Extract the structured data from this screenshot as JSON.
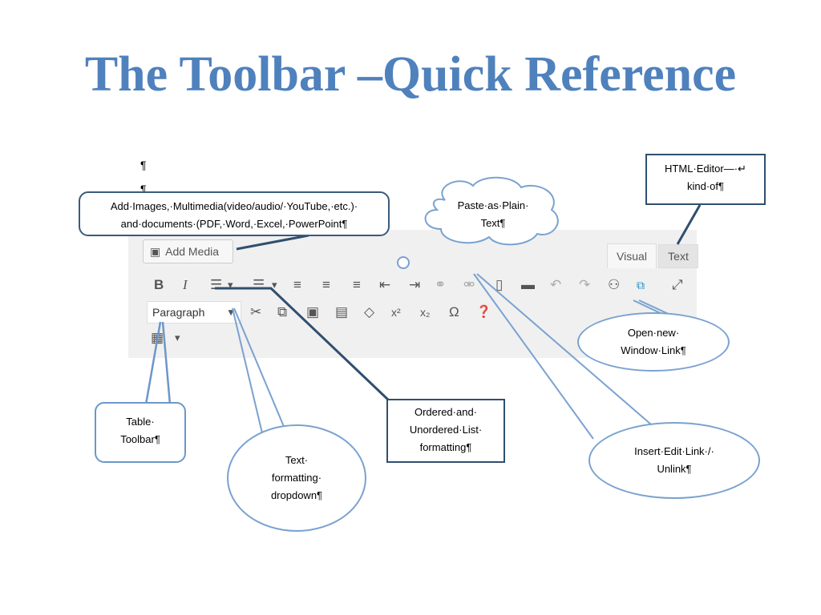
{
  "title": "The Toolbar –Quick Reference",
  "pilcrow": "¶",
  "editor": {
    "add_media_label": "Add Media",
    "tabs": [
      {
        "label": "Visual"
      },
      {
        "label": "Text"
      }
    ],
    "row1": [
      "B",
      "I",
      "☰",
      "▾",
      "☰",
      "▾",
      "≡",
      "≡",
      "≡",
      "⇤",
      "⇥",
      "⚭",
      "⚮",
      "▯",
      "▬",
      "↶",
      "↷",
      "⚇",
      "⧉",
      "⤢"
    ],
    "paragraph_label": "Paragraph",
    "row2": [
      "✂",
      "⧉",
      "▣",
      "▤",
      "◇",
      "x²",
      "x₂",
      "Ω",
      "❓"
    ],
    "row3": [
      "▦",
      "▾"
    ]
  },
  "callouts": {
    "add_images": {
      "line1": "Add·Images,·Multimedia(video/audio/·YouTube,·etc.)·",
      "line2": "and·documents·(PDF,·Word,·Excel,·PowerPoint¶"
    },
    "paste": {
      "line1": "Paste·as·Plain·",
      "line2": "Text¶"
    },
    "html_editor": {
      "line1": "HTML·Editor—·↵",
      "line2": "kind·of¶"
    },
    "open_window": {
      "line1": "Open·new·",
      "line2": "Window·Link¶"
    },
    "table": {
      "line1": "Table·",
      "line2": "Toolbar¶"
    },
    "lists": {
      "line1": "Ordered·and·",
      "line2": "Unordered·List·",
      "line3": "formatting¶"
    },
    "text_format": {
      "line1": "Text·",
      "line2": "formatting·",
      "line3": "dropdown¶"
    },
    "insert_link": {
      "line1": "Insert·Edit·Link·/·",
      "line2": "Unlink¶"
    }
  },
  "colors": {
    "title": "#4f81bd",
    "callout_dark": "#2f4f6f",
    "callout_light": "#7aa2d0",
    "link_icon": "#1e8cbe"
  }
}
